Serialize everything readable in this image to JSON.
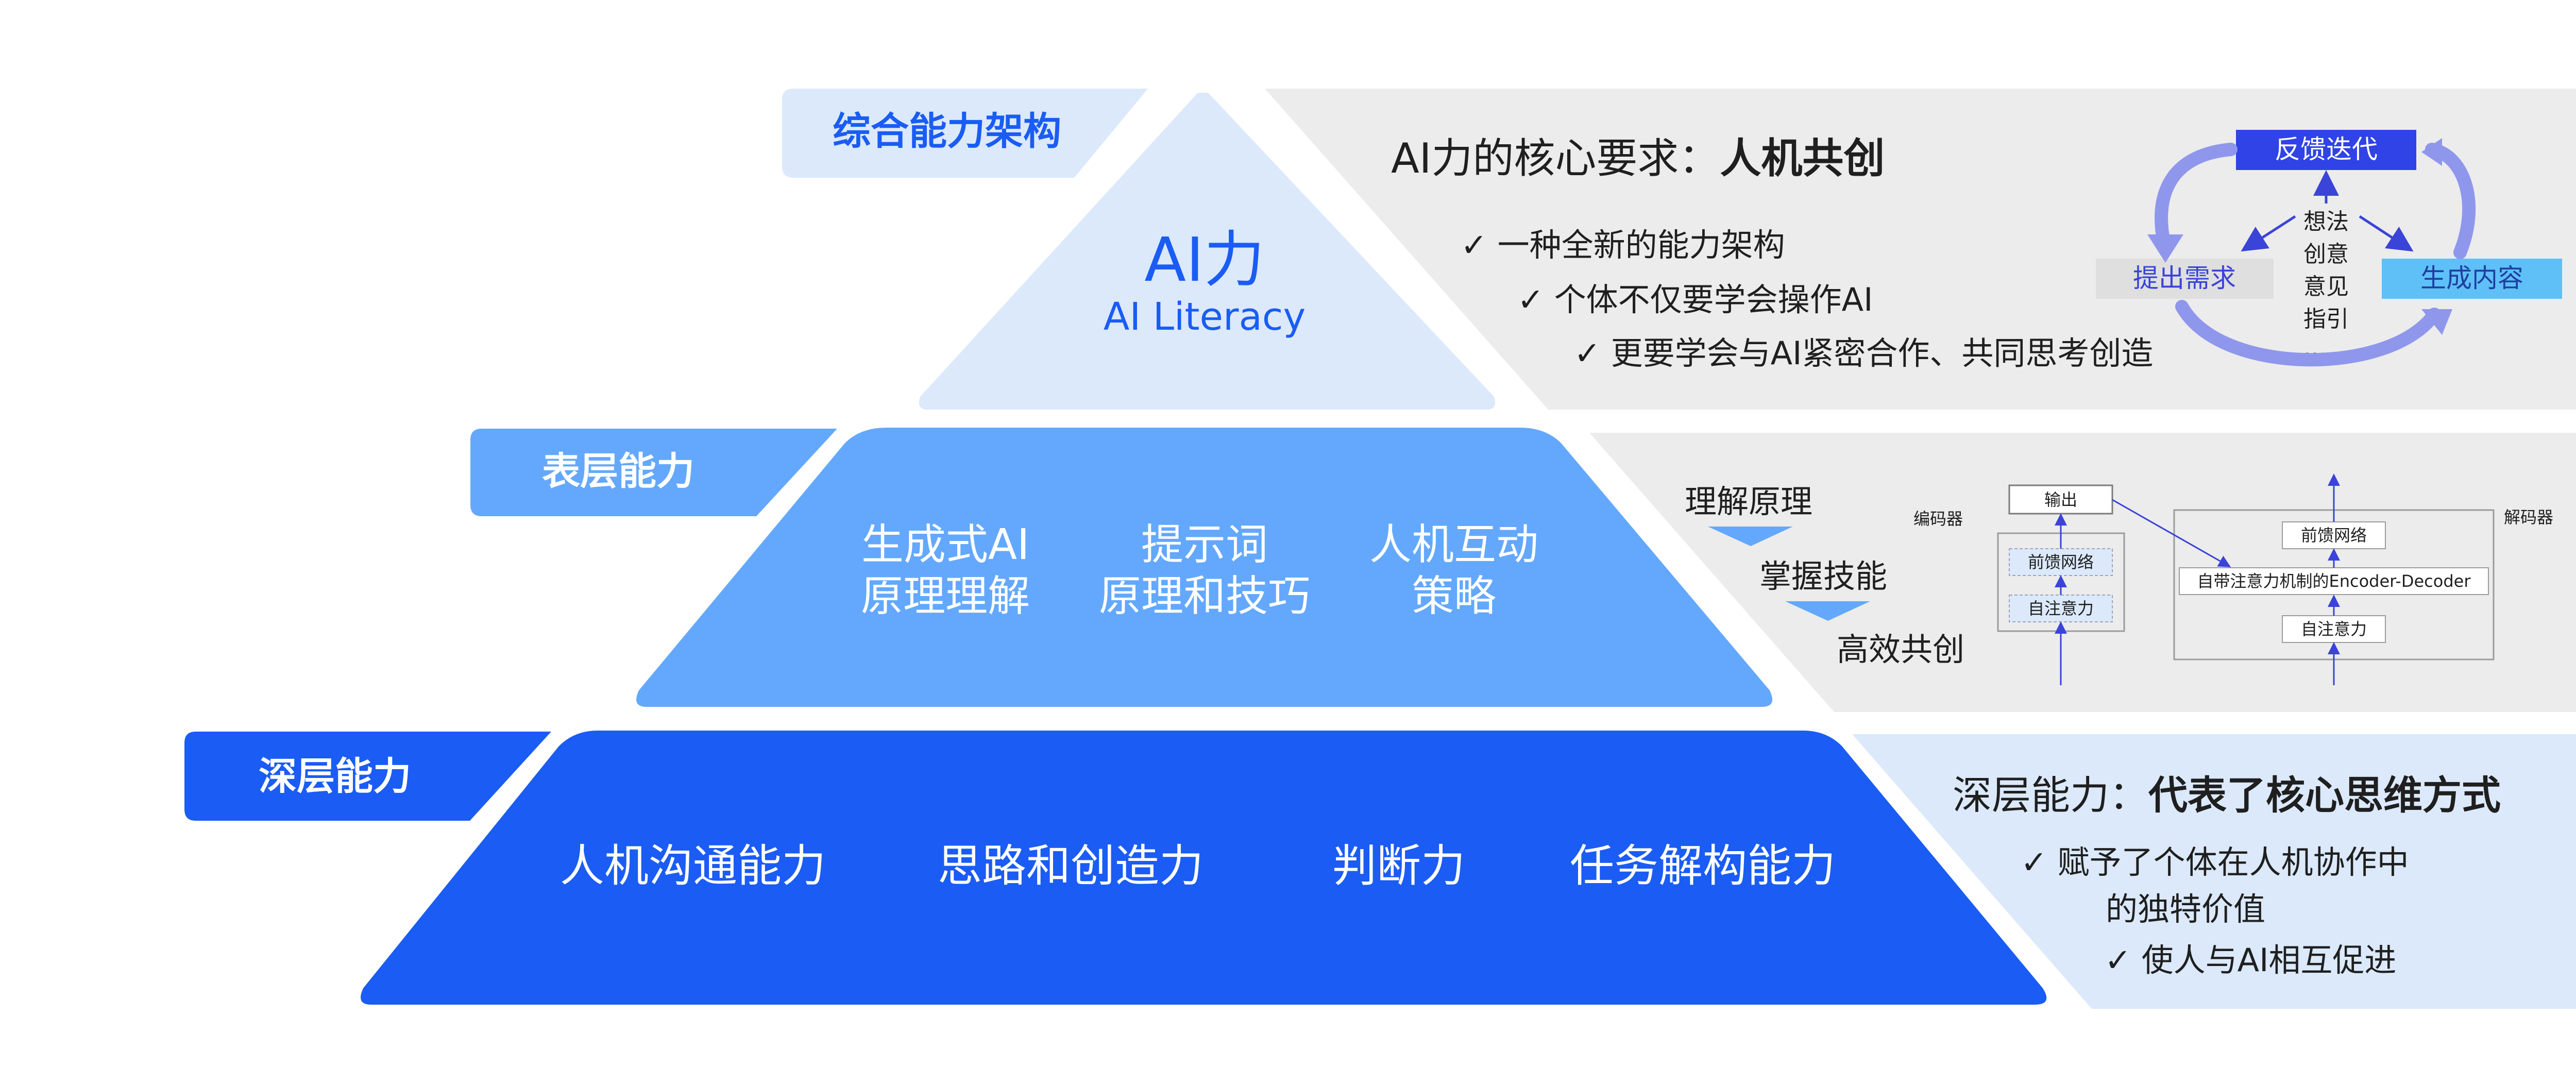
{
  "colors": {
    "top_level": "#dbe9fb",
    "mid_level": "#63a8fd",
    "base_level": "#1a5cf4",
    "top_label_bg": "#dbe9fb",
    "mid_label_bg": "#63a8fd",
    "base_label_bg": "#1a5cf4",
    "panel_gray": "#ececec",
    "panel_light_blue": "#dbe9fb",
    "text_blue": "#1a5cf4",
    "text_dark": "#1f1f1f",
    "arrow_blue": "#8f97ec",
    "node_dark": "#2f43e6",
    "node_gray": "#dfdfdf",
    "node_cyan": "#5ec0f7"
  },
  "pyramid": {
    "top": {
      "label": "综合能力架构",
      "title": "AI力",
      "subtitle": "AI Literacy"
    },
    "mid": {
      "label": "表层能力",
      "items": [
        {
          "line1": "生成式AI",
          "line2": "原理理解"
        },
        {
          "line1": "提示词",
          "line2": "原理和技巧"
        },
        {
          "line1": "人机互动",
          "line2": "策略"
        }
      ]
    },
    "base": {
      "label": "深层能力",
      "items": [
        "人机沟通能力",
        "思路和创造力",
        "判断力",
        "任务解构能力"
      ]
    }
  },
  "top_panel": {
    "title_prefix": "AI力的核心要求：",
    "title_bold": "人机共创",
    "checks": [
      "✓ 一种全新的能力架构",
      "✓ 个体不仅要学会操作AI",
      "✓ 更要学会与AI紧密合作、共同思考创造"
    ],
    "cycle": {
      "top_node": "反馈迭代",
      "left_node": "提出需求",
      "right_node": "生成内容",
      "center_lines": [
        "想法",
        "创意",
        "意见",
        "指引",
        "……"
      ]
    }
  },
  "mid_panel": {
    "steps": [
      "理解原理",
      "掌握技能",
      "高效共创"
    ],
    "transformer": {
      "encoder_label": "编码器",
      "decoder_label": "解码器",
      "output": "输出",
      "enc_ffn": "前馈网络",
      "enc_attn": "自注意力",
      "dec_ffn": "前馈网络",
      "dec_cross": "自带注意力机制的Encoder-Decoder",
      "dec_attn": "自注意力"
    }
  },
  "base_panel": {
    "title_prefix": "深层能力：",
    "title_bold": "代表了核心思维方式",
    "checks": [
      {
        "l1": "✓ 赋予了个体在人机协作中",
        "l2": "的独特价值"
      },
      {
        "l1": "✓ 使人与AI相互促进",
        "l2": ""
      }
    ]
  }
}
